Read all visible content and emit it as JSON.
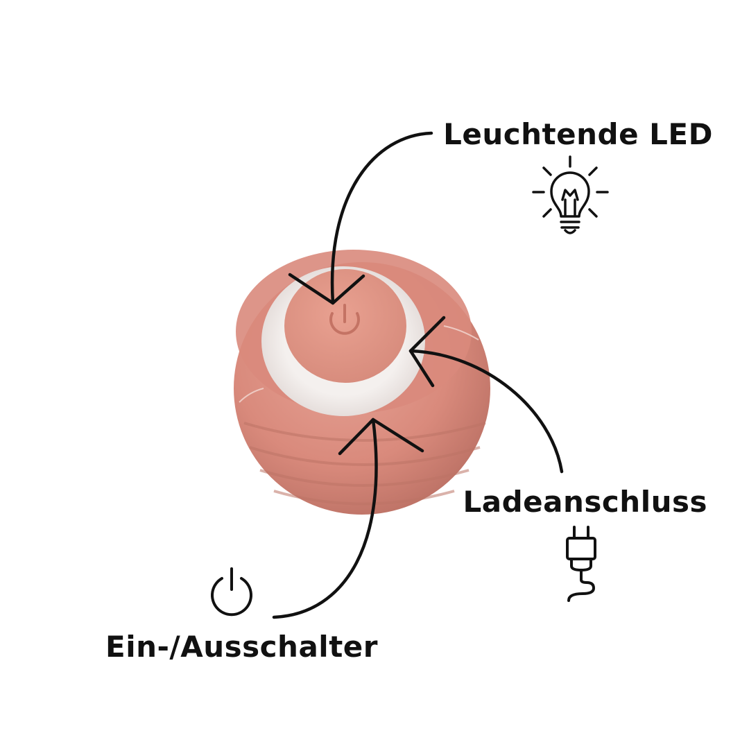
{
  "labels": {
    "led": "Leuchtende LED",
    "charging_port": "Ladeanschluss",
    "power_switch": "Ein-/Ausschalter"
  },
  "icons": {
    "led": "light-bulb-icon",
    "charging_port": "plug-icon",
    "power_switch": "power-icon"
  },
  "colors": {
    "ball": "#d98a7c",
    "ball_shadow": "#b86e62",
    "light_ring": "#ececea",
    "ink": "#111111",
    "background": "#ffffff"
  }
}
